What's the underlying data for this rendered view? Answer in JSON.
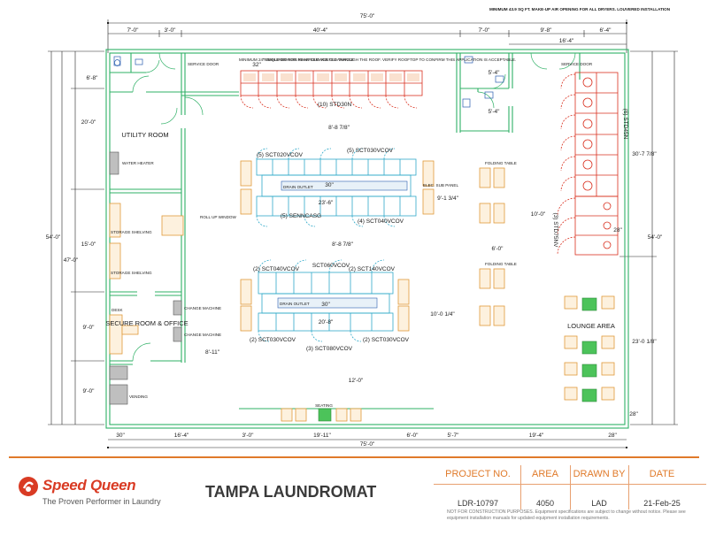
{
  "project": {
    "title": "TAMPA LAUNDROMAT",
    "labels": {
      "project_no": "PROJECT NO.",
      "area": "AREA",
      "drawn_by": "DRAWN BY",
      "date": "DATE"
    },
    "values": {
      "project_no": "LDR-10797",
      "area": "4050",
      "drawn_by": "LAD",
      "date": "21-Feb-25"
    },
    "disclaimer": "NOT FOR CONSTRUCTION PURPOSES. Equipment specifications are subject to change without notice. Please see equipment installation manuals for updated equipment installation requirements."
  },
  "brand": {
    "name": "Speed Queen",
    "tagline": "The Proven Performer in Laundry",
    "color": "#d93b24",
    "accent": "#e07a2a"
  },
  "notes": {
    "makeup_air": "MINIMUM 43.9 SQ FT. MAKE-UP AIR OPENING FOR ALL DRYERS. LOUVERED INSTALLATION",
    "rear_clearance": "MINIMUM 24\" REQUIRED FOR REAR SERVICE CLEARANCE",
    "manifold": "TUMBLE DRYERS MANIFOLD VENTED THROUGH THE ROOF. VERIFY ROOFTOP TO CONFIRM THIS APPLICATION IS ACCEPTABLE.",
    "roll_up_window": "ROLL UP WINDOW",
    "elec_panel": "ELEC. SUB PANEL"
  },
  "rooms": {
    "utility": "UTILITY ROOM",
    "secure_office": "SECURE ROOM & OFFICE",
    "lounge": "LOUNGE AREA",
    "vending": "VENDING",
    "seating": "SEATING",
    "service_door": "SERVICE DOOR",
    "water_heater": "WATER HEATER",
    "storage": "STORAGE SHELVING",
    "desk": "DESK",
    "change_machine": "CHANGE MACHINE",
    "folding_table": "FOLDING TABLE",
    "drain_outlet": "DRAIN OUTLET"
  },
  "equipment": {
    "dryers_top": "(10) STD30N",
    "dryers_right_upper": "(6) STD45N",
    "dryers_right_lower": "(3) STD75NV",
    "washers_1_top_left": "(5) SCT020VCOV",
    "washers_1_top_right": "(5) SCT030VCOV",
    "washers_1_bottom_left": "(5) SENNCASG",
    "washers_1_bottom_right": "(4) SCT040VCOV",
    "washers_2_top_a": "(2) SCT040VCOV",
    "washers_2_top_b": "SCT060VCOV",
    "washers_2_top_c": "(2) SCT140VCOV",
    "washers_2_bottom_left": "(2) SCT030VCOV",
    "washers_2_bottom_mid": "(3) SCT080VCOV",
    "washers_2_bottom_right": "(2) SCT030VCOV"
  },
  "dimensions": {
    "overall_width": "75'-0\"",
    "overall_depth": "54'-0\"",
    "top_segments": [
      "7'-0\"",
      "3'-0\"",
      "40'-4\"",
      "7'-0\"",
      "9'-8\"",
      "6'-4\""
    ],
    "top_sub": "16'-4\"",
    "bottom_segments": [
      "30\"",
      "16'-4\"",
      "3'-0\"",
      "19'-11\"",
      "6'-0\"",
      "5'-7\"",
      "19'-4\"",
      "28\""
    ],
    "left_segments": [
      "6'-8\"",
      "20'-0\"",
      "15'-0\"",
      "9'-0\"",
      "9'-0\""
    ],
    "left_total": "47'-0\"",
    "right_segments": [
      "30'-7 7/8\"",
      "23'-0 1/8\"",
      "28\"",
      "28\""
    ],
    "interior": [
      "8'-8 7/8\"",
      "8'-8 7/8\"",
      "9'-1 3/4\"",
      "10'-0\"",
      "10'-0 1/4\"",
      "6'-0\"",
      "8'-11\"",
      "12'-0\"",
      "20'-8\"",
      "23'-6\"",
      "30\"",
      "30\"",
      "32\"",
      "5'-4\"",
      "5'-4\""
    ]
  },
  "colors": {
    "wall": "#2fb066",
    "washer": "#2fa9c9",
    "dryer": "#d9301f",
    "table": "#e09a3a",
    "line": "#222222"
  }
}
